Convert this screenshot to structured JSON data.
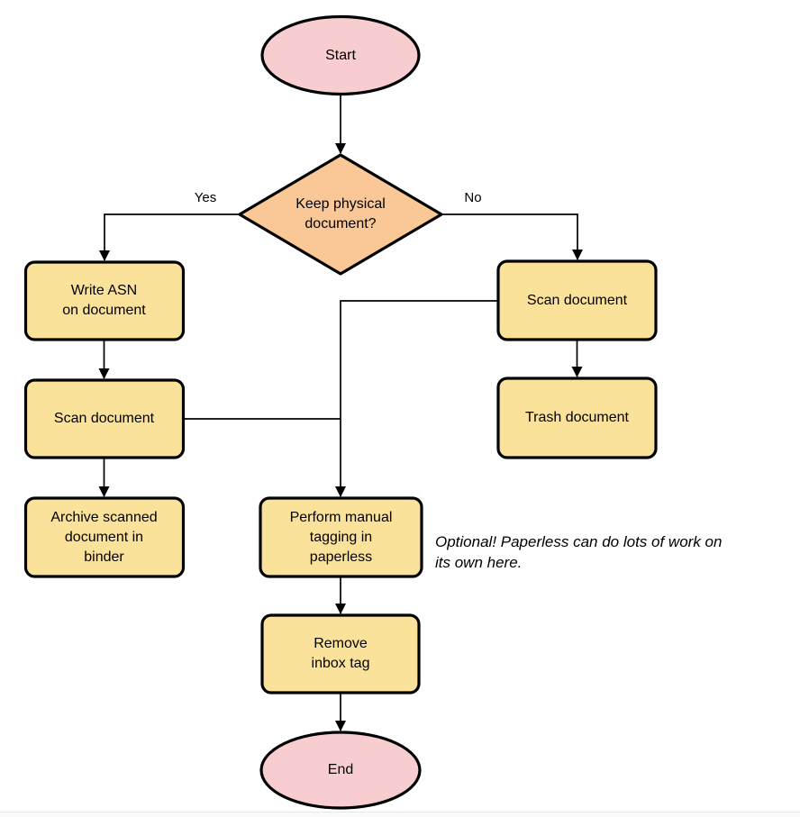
{
  "colors": {
    "terminal_fill": "#f8cdd0",
    "decision_fill": "#fac897",
    "process_fill": "#fbe29a",
    "stroke": "#000000"
  },
  "nodes": {
    "start": "Start",
    "decision": "Keep physical\ndocument?",
    "write_asn": "Write ASN\non document",
    "scan_left": "Scan document",
    "archive": "Archive scanned\ndocument in\nbinder",
    "scan_right": "Scan document",
    "trash": "Trash document",
    "tagging": "Perform manual\ntagging in\npaperless",
    "remove_inbox": "Remove\ninbox tag",
    "end": "End"
  },
  "edge_labels": {
    "yes": "Yes",
    "no": "No"
  },
  "annotation": "Optional! Paperless can do lots of work on\nits own here."
}
